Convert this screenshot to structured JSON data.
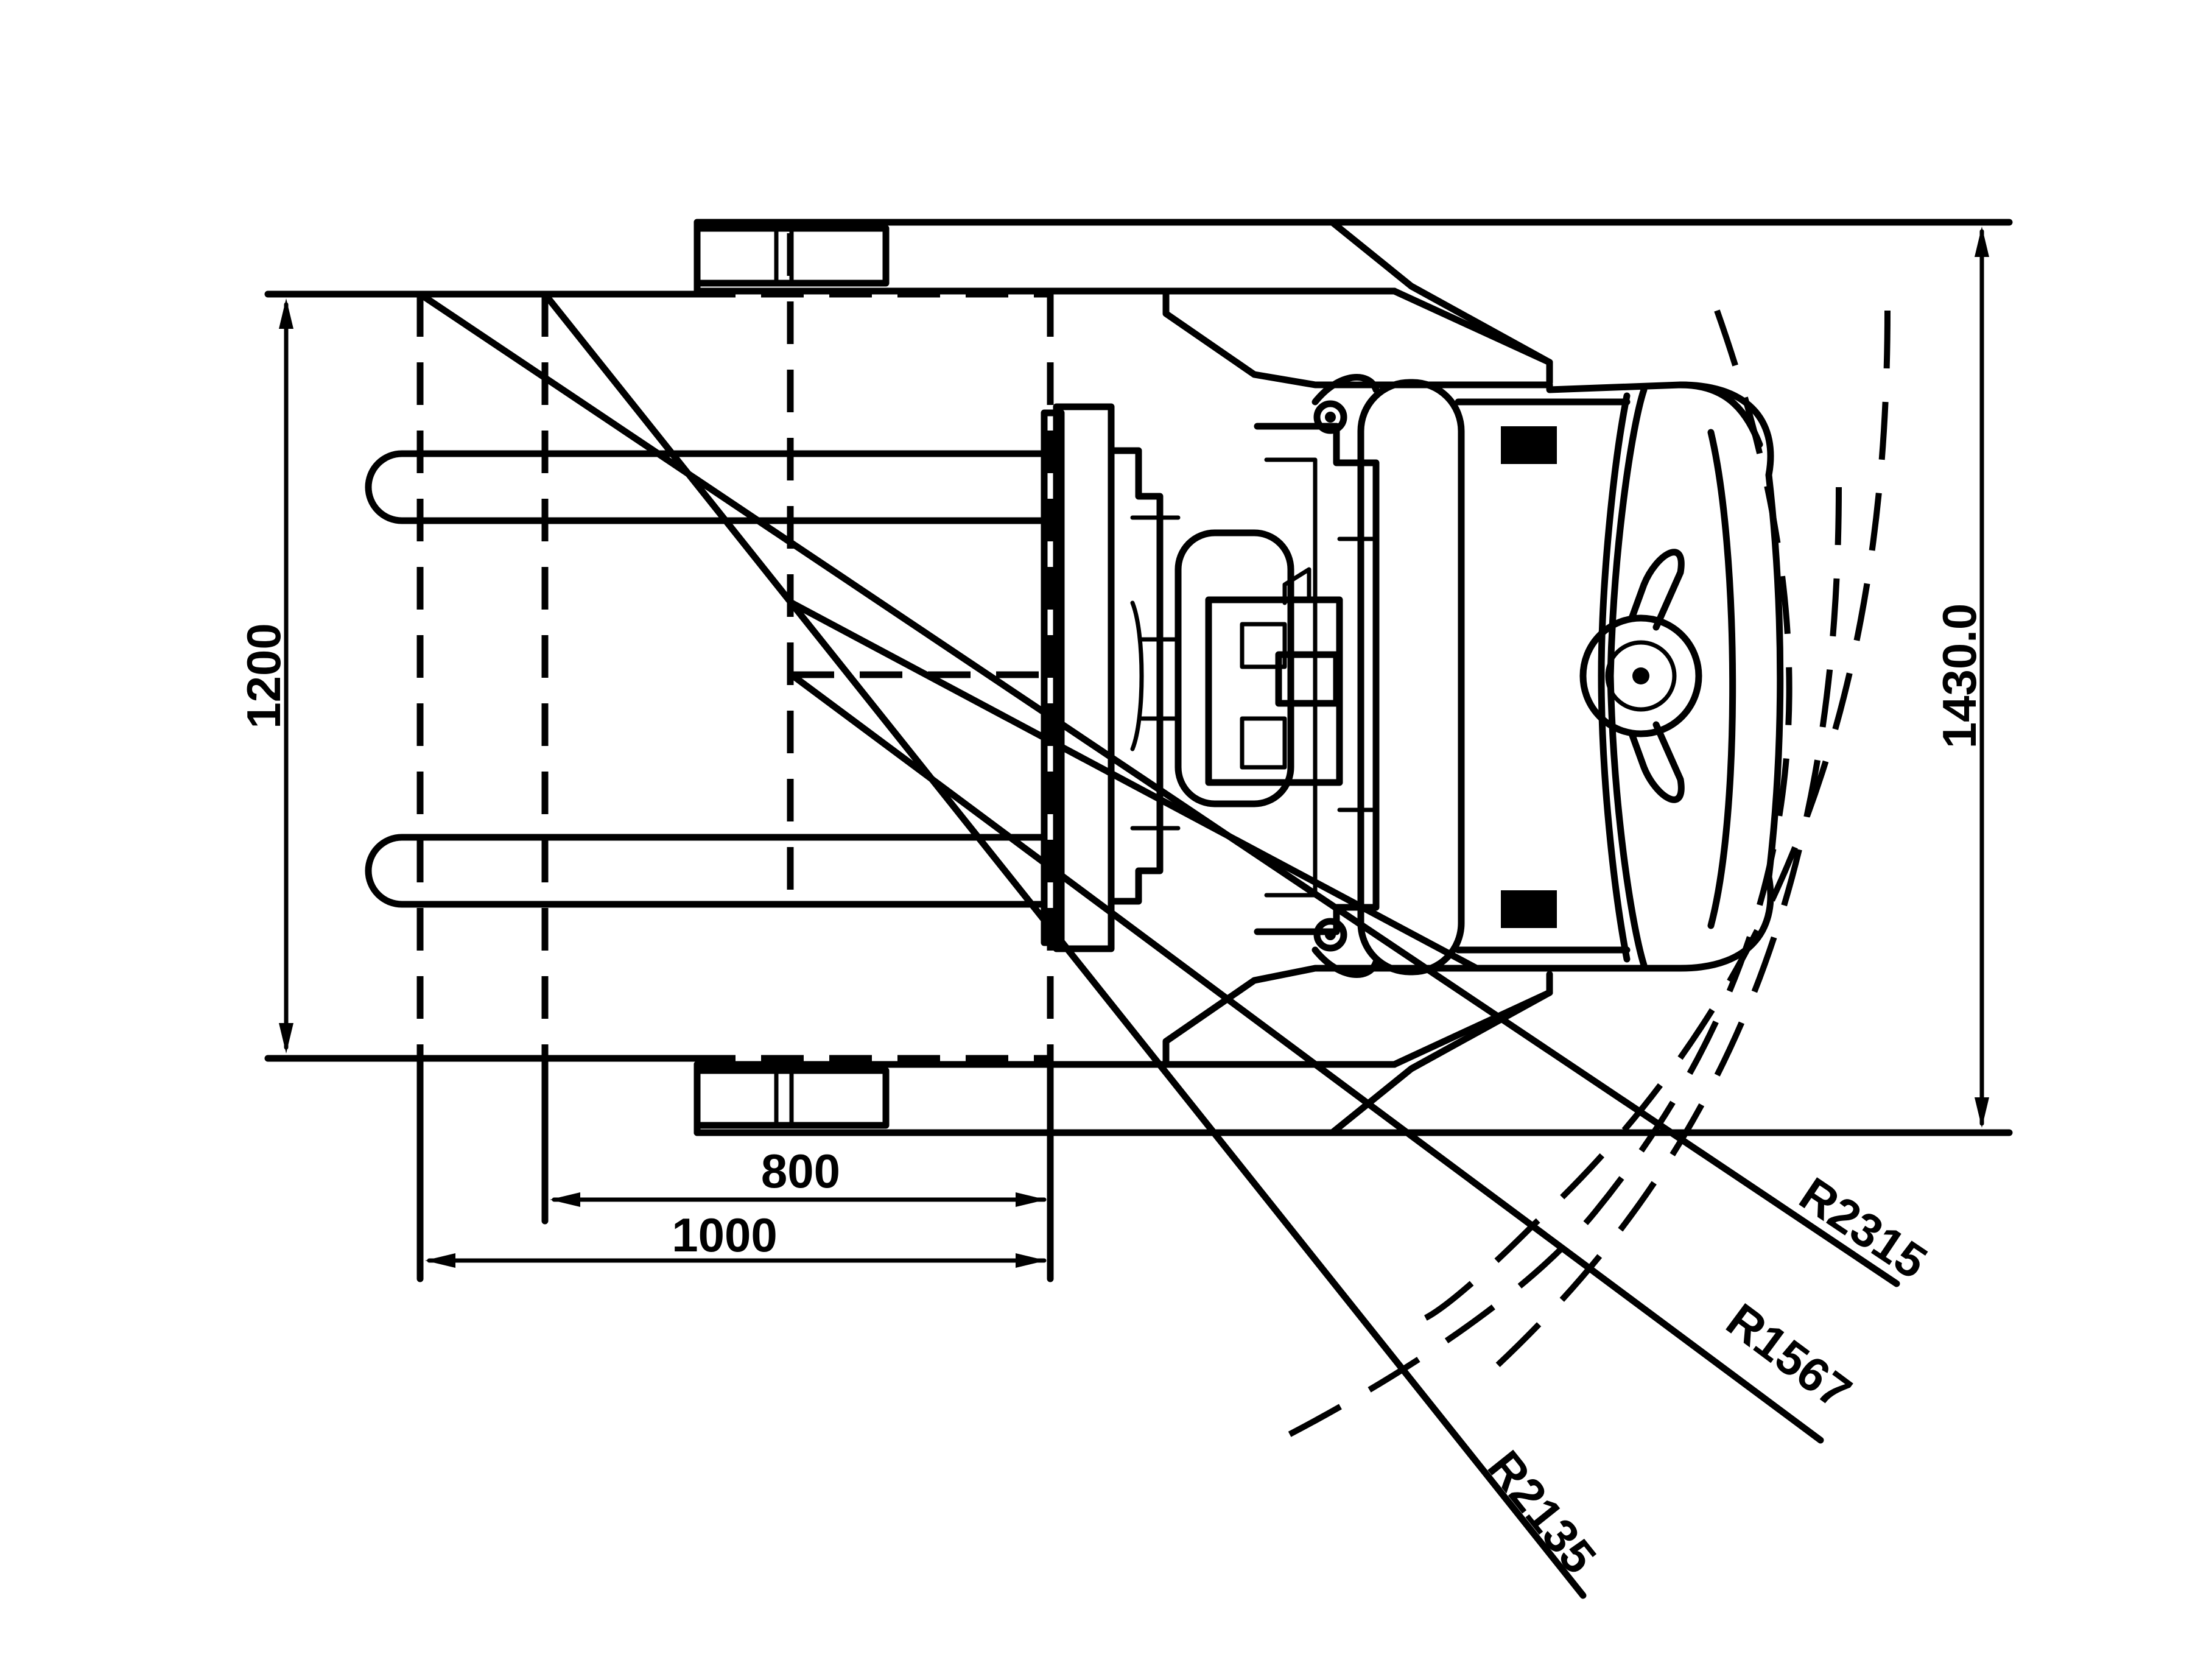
{
  "drawing": {
    "dimensions": {
      "width_1200": "1200",
      "width_1430": "1430.0",
      "length_800": "800",
      "length_1000": "1000"
    },
    "turning_radii": {
      "r_2315": "R2315",
      "r_1567": "R1567",
      "r_2135": "R2135"
    },
    "line_color": "#000000",
    "background_color": "#ffffff"
  }
}
